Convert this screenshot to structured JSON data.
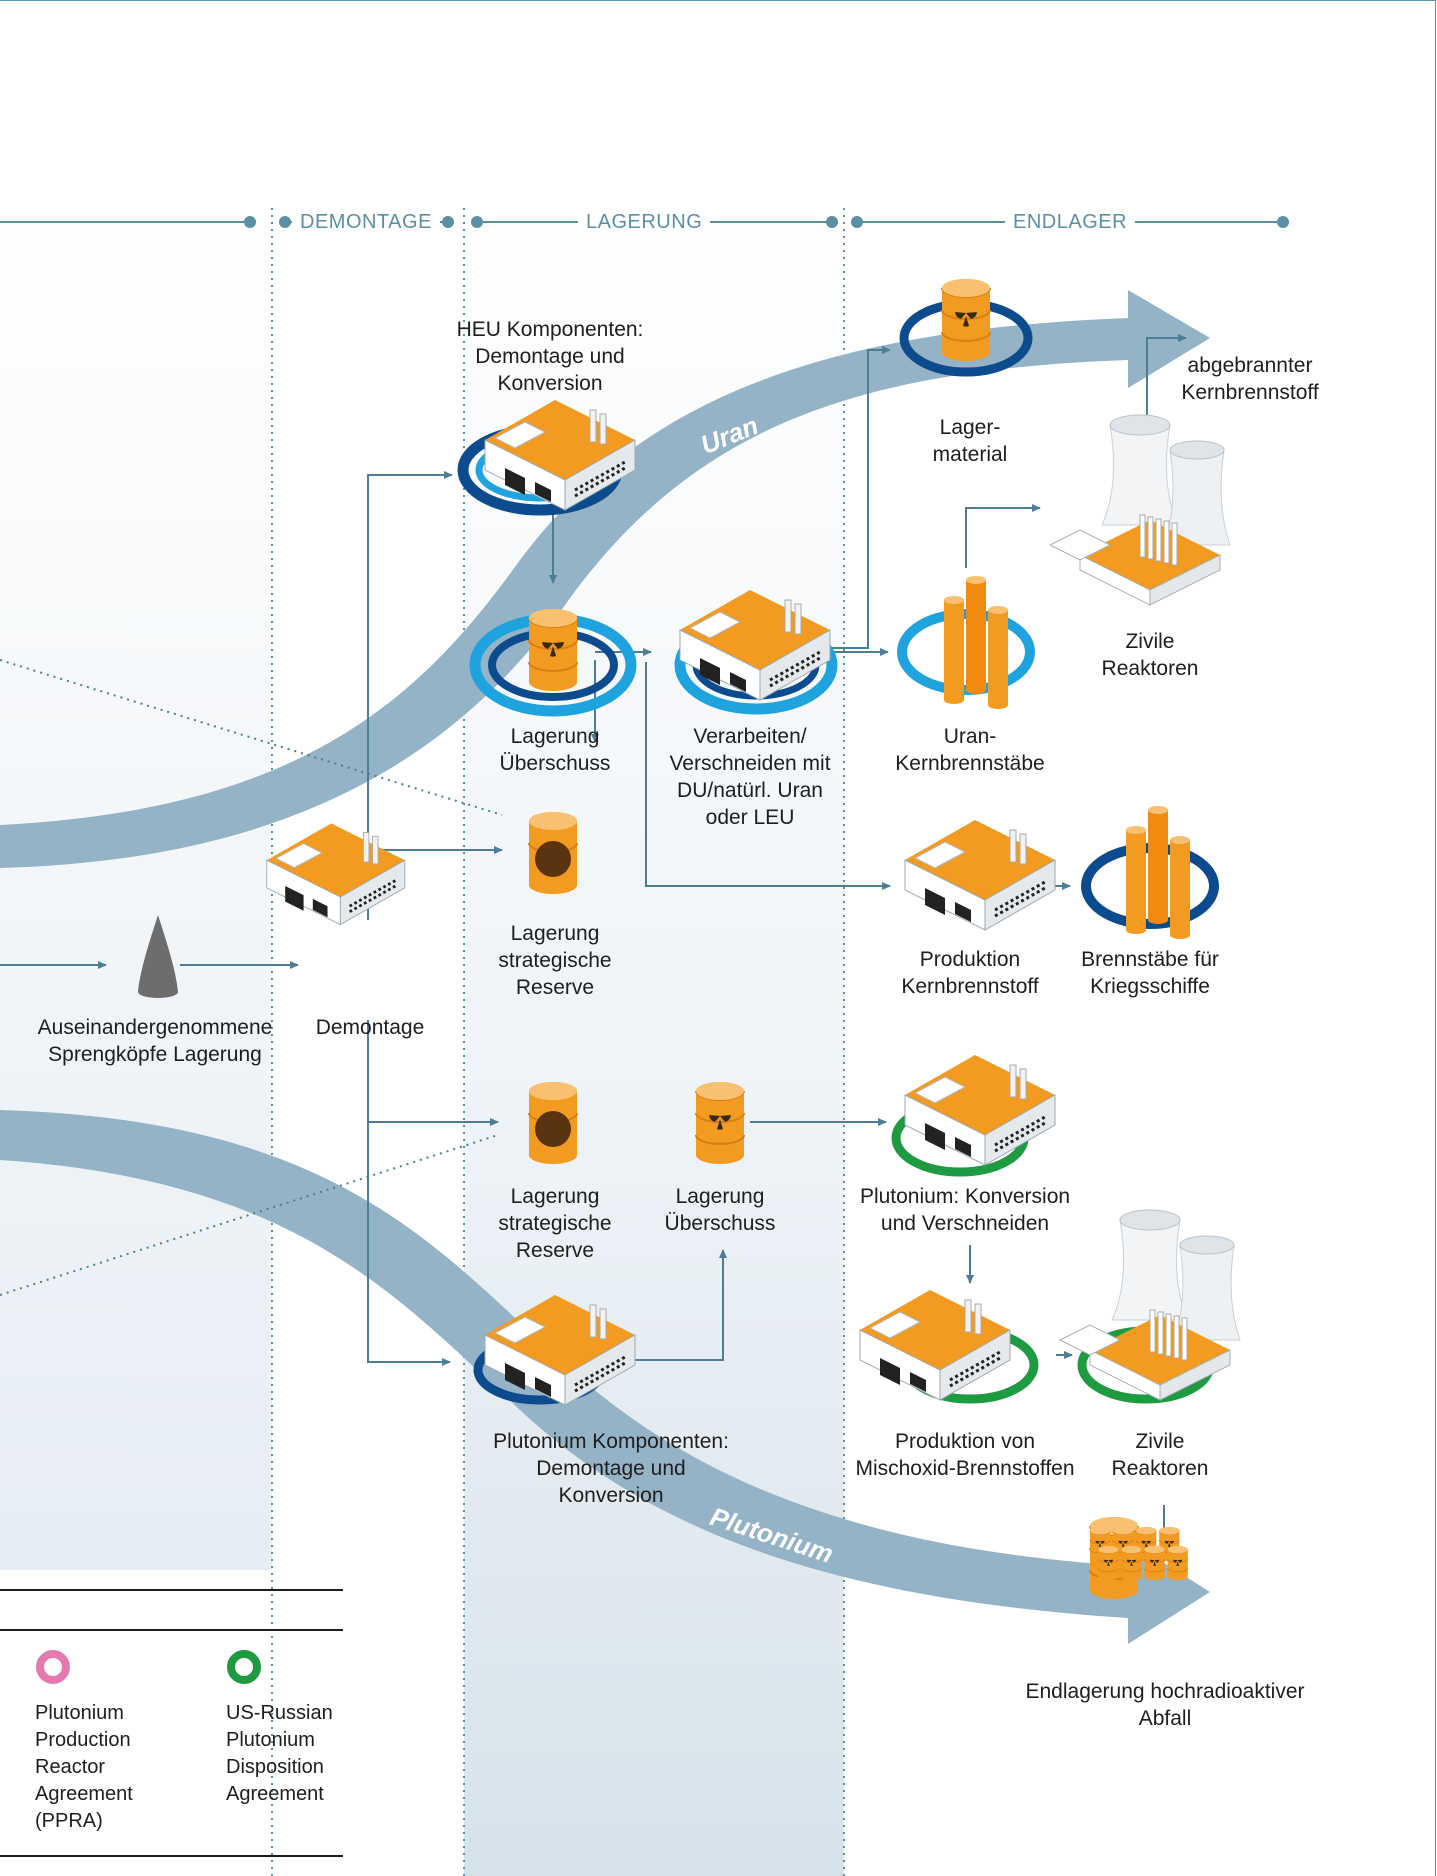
{
  "colors": {
    "flow_arrow": "#94b3c6",
    "connector": "#4e7e95",
    "header": "#5a8fa4",
    "orange": "#f39a21",
    "ring_light_blue": "#1ea3de",
    "ring_dark_blue": "#0c4b8e",
    "ring_green": "#1e9a40",
    "ring_pink": "#e37ab0"
  },
  "headers": {
    "demontage": "DEMONTAGE",
    "lagerung": "LAGERUNG",
    "endlager": "ENDLAGER"
  },
  "flows": {
    "uran": "Uran",
    "plutonium": "Plutonium"
  },
  "nodes": {
    "heu_components": "HEU Komponenten:\nDemontage und\nKonversion",
    "lagermaterial": "Lager-\nmaterial",
    "spent_fuel": "abgebrannter\nKernbrennstoff",
    "civil_reactors_top": "Zivile\nReaktoren",
    "storage_surplus_u": "Lagerung\nÜberschuss",
    "blending": "Verarbeiten/\nVerschneiden mit\nDU/natürl. Uran\noder LEU",
    "uranium_fuel_rods": "Uran-\nKernbrennstäbe",
    "strategic_reserve_u": "Lagerung\nstrategische\nReserve",
    "fuel_production": "Produktion\nKernbrennstoff",
    "naval_fuel": "Brennstäbe für\nKriegsschiffe",
    "dismantled_warheads": "Auseinandergenommene\nSprengköpfe Lagerung",
    "dismantling": "Demontage",
    "strategic_reserve_pu": "Lagerung\nstrategische\nReserve",
    "storage_surplus_pu": "Lagerung\nÜberschuss",
    "pu_conversion": "Plutonium: Konversion\nund Verschneiden",
    "pu_components": "Plutonium Komponenten:\nDemontage und\nKonversion",
    "mox_production": "Produktion von\nMischoxid-Brennstoffen",
    "civil_reactors_bottom": "Zivile\nReaktoren",
    "final_storage": "Endlagerung hochradioaktiver\nAbfall"
  },
  "legend": [
    {
      "label": "Plutonium\nProduction\nReactor\nAgreement\n(PPRA)",
      "ring_color": "#e37ab0"
    },
    {
      "label": "US-Russian\nPlutonium\nDisposition\nAgreement",
      "ring_color": "#1e9a40"
    }
  ],
  "icons": {
    "factory": "factory-icon",
    "barrel": "radioactive-barrel-icon",
    "cooling_tower": "cooling-tower-icon",
    "fuel_rods": "fuel-rods-icon",
    "warhead": "warhead-icon"
  }
}
